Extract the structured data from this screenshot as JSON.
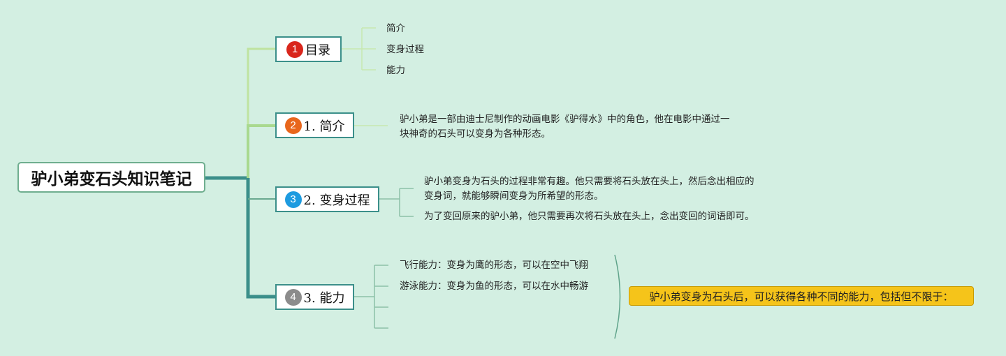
{
  "root": {
    "title": "驴小弟变石头知识笔记"
  },
  "branches": [
    {
      "number": "1",
      "label": "目录",
      "badge_color": "#d9261c",
      "children": [
        "简介",
        "变身过程",
        "能力"
      ]
    },
    {
      "number": "2",
      "label": "1. 简介",
      "badge_color": "#e8661c",
      "children": [
        "驴小弟是一部由迪士尼制作的动画电影《驴得水》中的角色，他在电影中通过一",
        "块神奇的石头可以变身为各种形态。"
      ]
    },
    {
      "number": "3",
      "label": "2. 变身过程",
      "badge_color": "#1e9be0",
      "children": [
        "驴小弟变身为石头的过程非常有趣。他只需要将石头放在头上，然后念出相应的",
        "变身词，就能够瞬间变身为所希望的形态。",
        "为了变回原来的驴小弟，他只需要再次将石头放在头上，念出变回的词语即可。"
      ]
    },
    {
      "number": "4",
      "label": "3. 能力",
      "badge_color": "#8c8c8c",
      "children": [
        "飞行能力：变身为鹰的形态，可以在空中飞翔",
        "游泳能力：变身为鱼的形态，可以在水中畅游"
      ]
    }
  ],
  "summary": {
    "text": "驴小弟变身为石头后，可以获得各种不同的能力，包括但不限于："
  },
  "colors": {
    "background": "#d3efe2",
    "trunk": "#3b8f8a",
    "branch_light": "#a9d98f",
    "summary_fill": "#f5c41a"
  }
}
